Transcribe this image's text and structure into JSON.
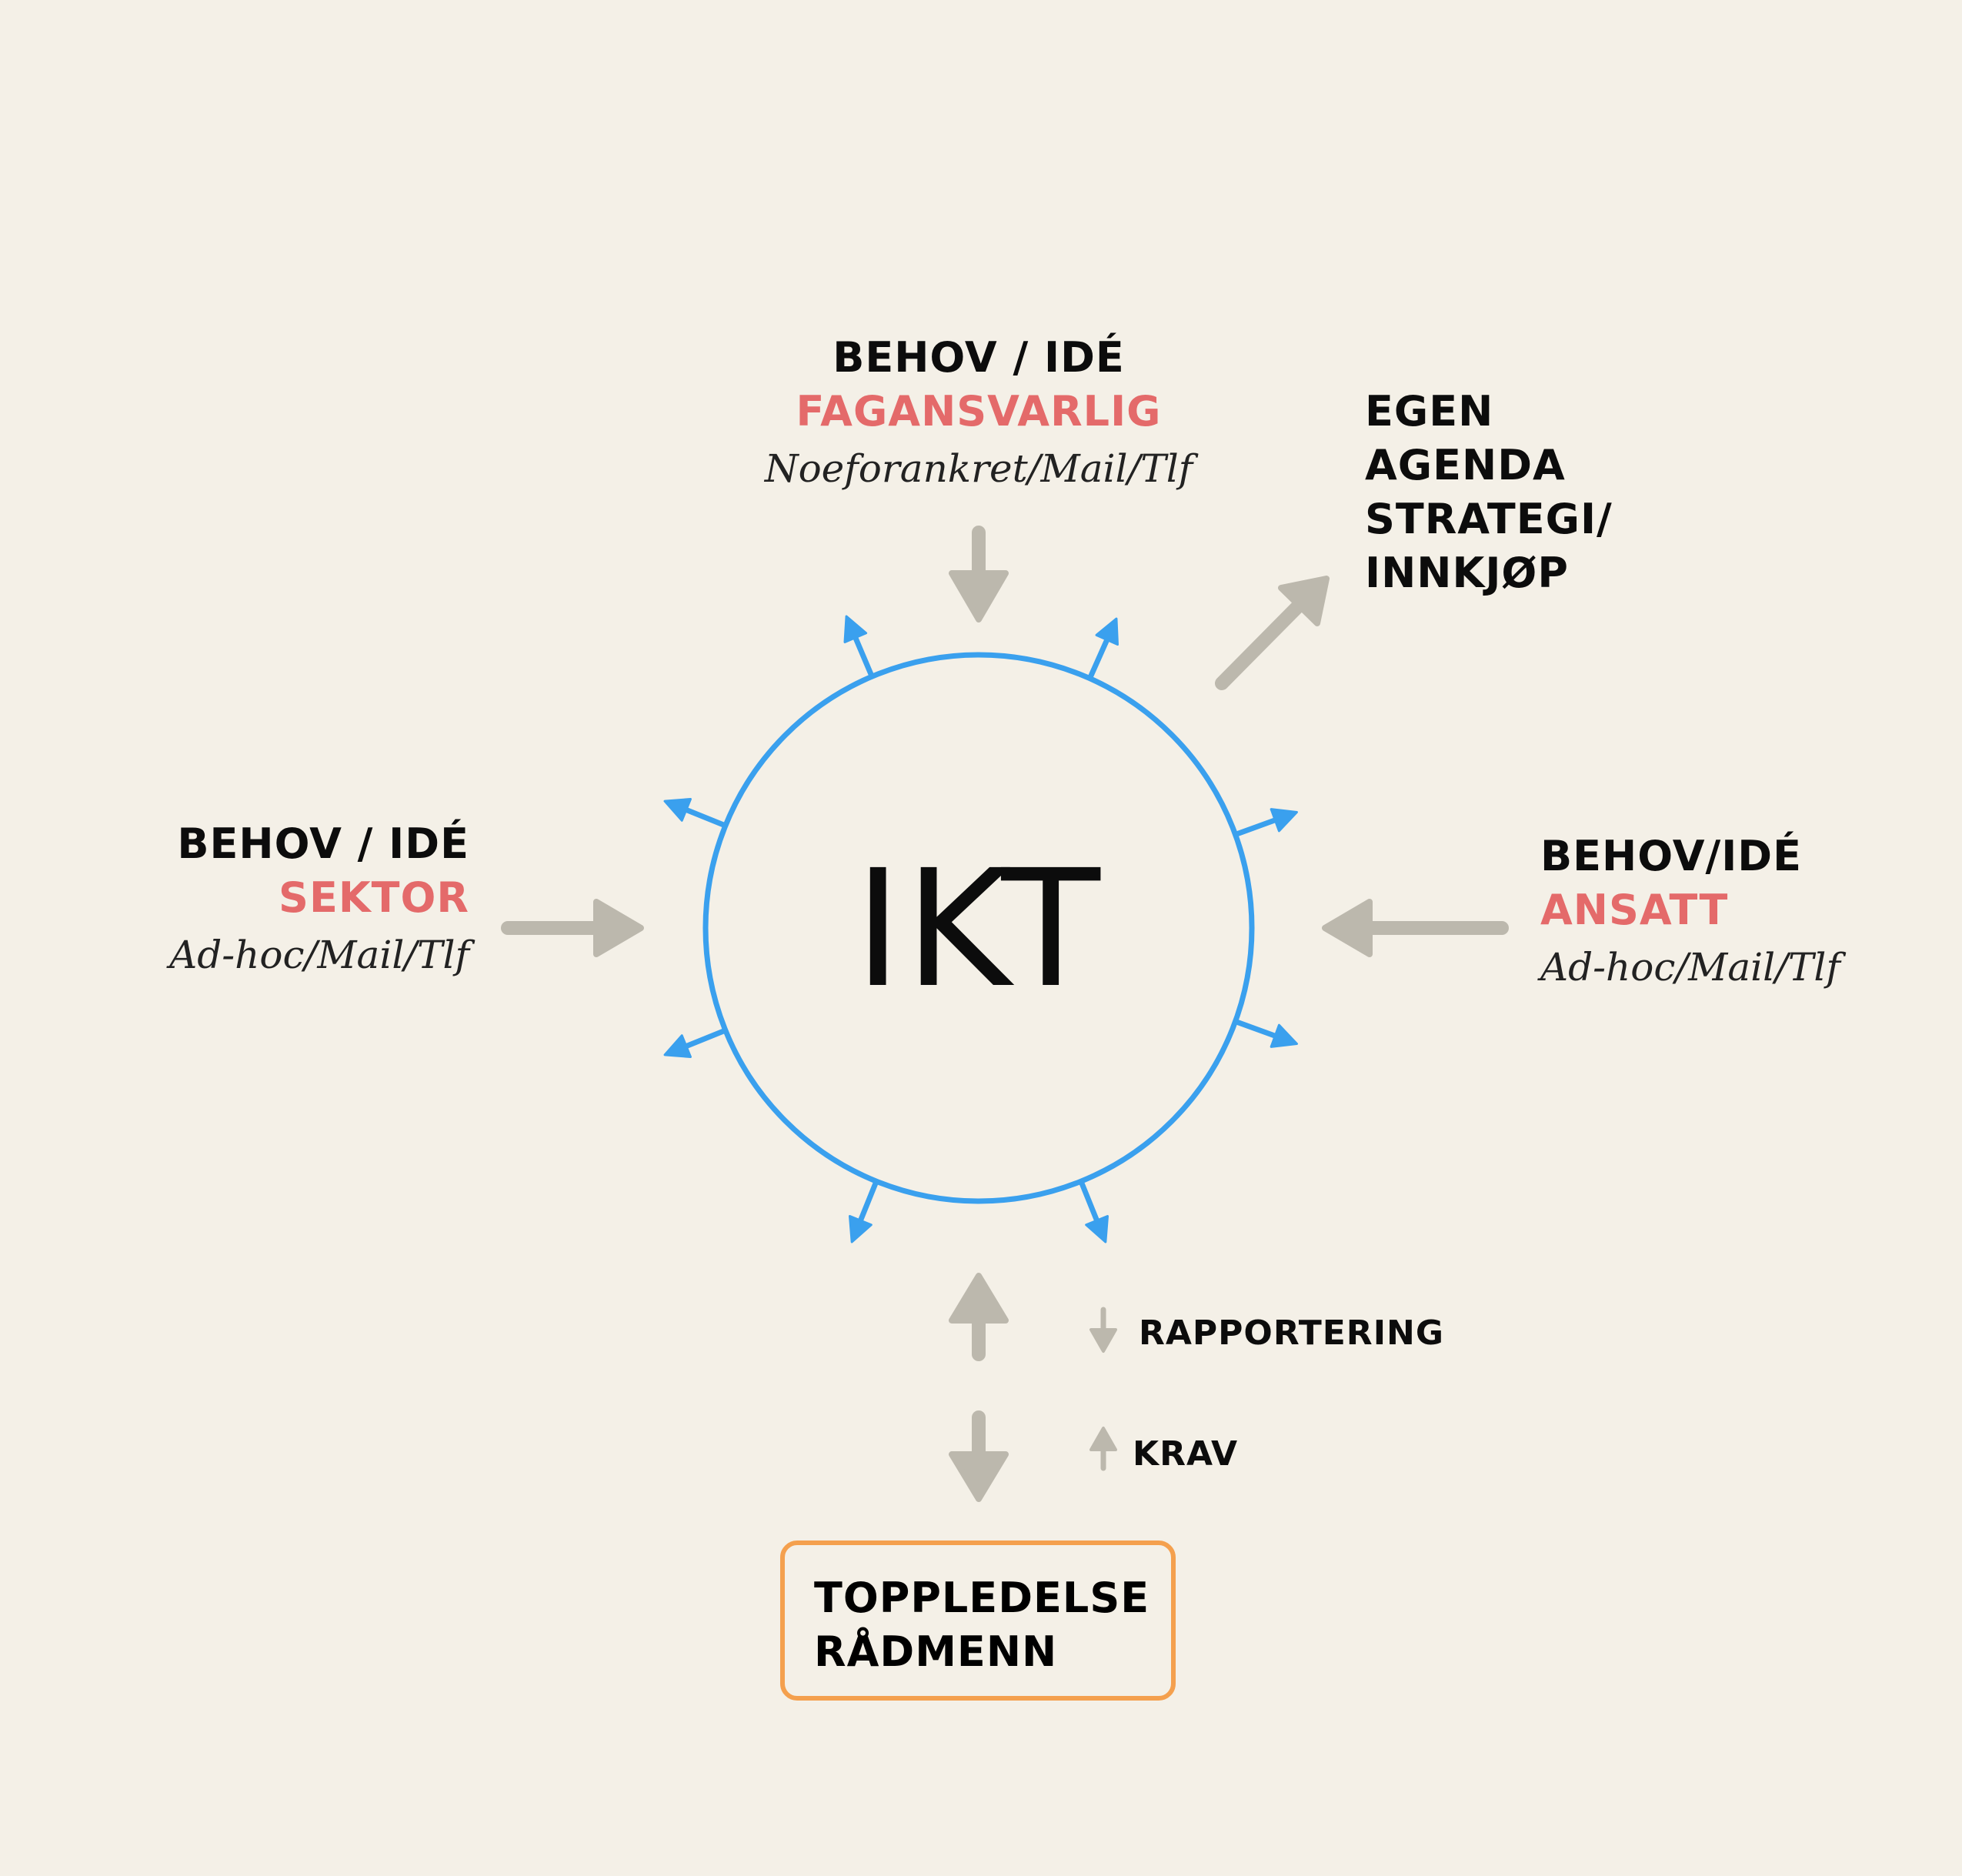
{
  "center": {
    "title": "IKT"
  },
  "sources": {
    "top": {
      "line1": "BEHOV / IDÉ",
      "line2": "FAGANSVARLIG",
      "line3": "Noeforankret/Mail/Tlf"
    },
    "left": {
      "line1": "BEHOV / IDÉ",
      "line2": "SEKTOR",
      "line3": "Ad-hoc/Mail/Tlf"
    },
    "right": {
      "line1": "BEHOV/IDÉ",
      "line2": "ANSATT",
      "line3": "Ad-hoc/Mail/Tlf"
    },
    "agenda": {
      "lines": [
        "EGEN",
        "AGENDA",
        "STRATEGI/",
        "INNKJØP"
      ]
    }
  },
  "legend": {
    "rapportering": "RAPPORTERING",
    "krav": "KRAV"
  },
  "management": {
    "line1": "TOPPLEDELSE",
    "line2": "RÅDMENN"
  },
  "colors": {
    "background": "#f4f0e7",
    "circle": "#3aa0ee",
    "gray_arrow": "#bcb8ad",
    "accent_red": "#e46a6a",
    "box_border": "#f4a04e"
  },
  "icons": [
    "arrow-down-icon",
    "arrow-up-icon",
    "arrow-left-icon",
    "arrow-right-icon",
    "arrow-up-right-icon"
  ]
}
